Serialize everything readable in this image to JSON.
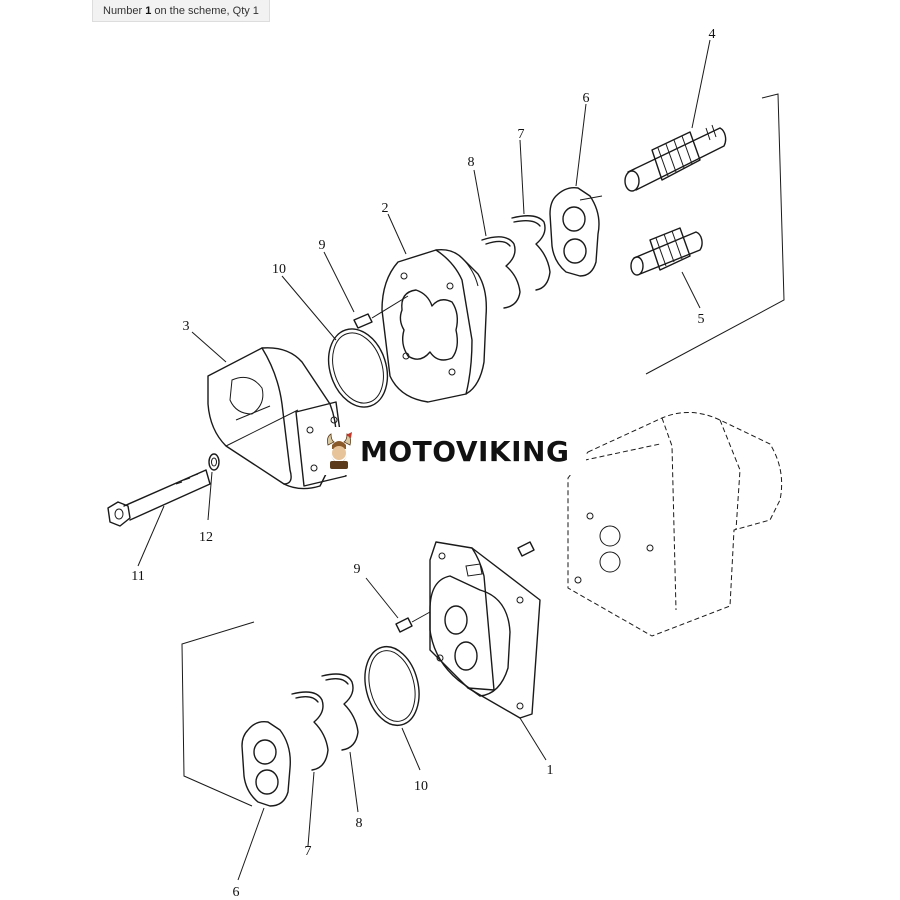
{
  "caption": {
    "prefix": "Number",
    "number": "1",
    "suffix": "on the scheme, Qty 1"
  },
  "watermark": {
    "text": "MOTOVIKING"
  },
  "callouts": [
    "4",
    "6",
    "7",
    "8",
    "2",
    "9",
    "10",
    "3",
    "5",
    "12",
    "11",
    "9",
    "1",
    "10",
    "8",
    "7",
    "6"
  ],
  "colors": {
    "line": "#1a1a1a",
    "caption_bg": "#f2f2f2",
    "logo_red": "#c0392b",
    "logo_brown": "#8b5a2b"
  }
}
